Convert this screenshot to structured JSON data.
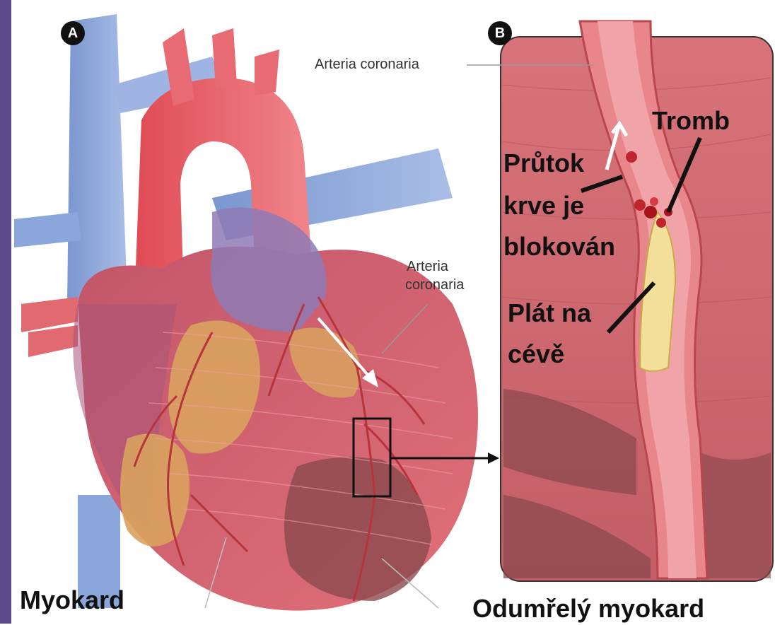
{
  "panels": {
    "a": {
      "badge": "A"
    },
    "b": {
      "badge": "B"
    }
  },
  "labels": {
    "arteria_top": "Arteria coronaria",
    "arteria_mid_line1": "Arteria",
    "arteria_mid_line2": "coronaria",
    "tromb": "Tromb",
    "prutok_line1": "Průtok",
    "prutok_line2": "krve je",
    "prutok_line3": "blokován",
    "plat_line1": "Plát na",
    "plat_line2": "cévě",
    "myokard": "Myokard",
    "odumrely": "Odumřelý myokard"
  },
  "colors": {
    "sidebar": "#5b4a8c",
    "vein_blue": "#7f9fd4",
    "artery_red": "#e0545f",
    "muscle_pink": "#d96a73",
    "plaque_yellow": "#f2e09a",
    "fat_orange": "#d9a25e",
    "dead_tissue": "#8a4a4e"
  }
}
